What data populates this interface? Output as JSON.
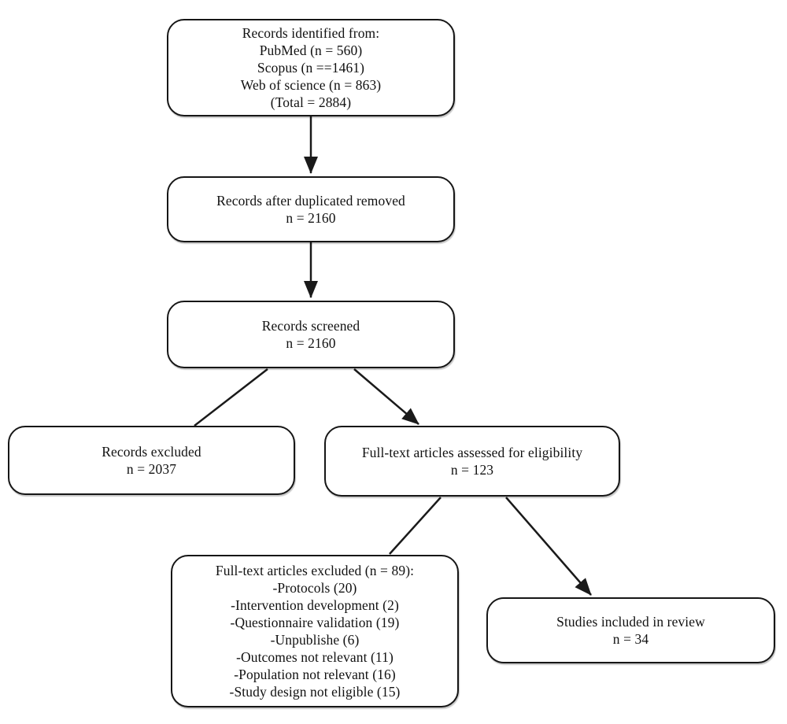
{
  "colors": {
    "background": "#ffffff",
    "box_fill": "#ffffff",
    "line": "#1a1a1a",
    "text": "#111111"
  },
  "boxes": {
    "identified": {
      "lines": [
        "Records identified from:",
        "PubMed (n = 560)",
        "Scopus (n ==1461)",
        "Web of science (n = 863)",
        "(Total = 2884)"
      ]
    },
    "deduplicated": {
      "lines": [
        "Records after duplicated removed",
        "n = 2160"
      ]
    },
    "screened": {
      "lines": [
        "Records screened",
        "n = 2160"
      ]
    },
    "excluded": {
      "lines": [
        "Records excluded",
        "n = 2037"
      ]
    },
    "fulltext_assessed": {
      "lines": [
        "Full-text articles assessed for eligibility",
        "n = 123"
      ]
    },
    "fulltext_excluded": {
      "lines": [
        "Full-text articles excluded (n = 89):",
        "-Protocols (20)",
        "-Intervention development (2)",
        "-Questionnaire validation (19)",
        "-Unpublishe (6)",
        "-Outcomes not relevant (11)",
        "-Population not relevant (16)",
        "-Study design not eligible (15)"
      ]
    },
    "included": {
      "lines": [
        "Studies included in review",
        "n = 34"
      ]
    }
  },
  "edges": [
    {
      "from": "identified",
      "to": "deduplicated",
      "arrowhead": true
    },
    {
      "from": "deduplicated",
      "to": "screened",
      "arrowhead": true
    },
    {
      "from": "screened",
      "to": "excluded",
      "arrowhead": false
    },
    {
      "from": "screened",
      "to": "fulltext_assessed",
      "arrowhead": true
    },
    {
      "from": "fulltext_assessed",
      "to": "fulltext_excluded",
      "arrowhead": false
    },
    {
      "from": "fulltext_assessed",
      "to": "included",
      "arrowhead": true
    }
  ]
}
